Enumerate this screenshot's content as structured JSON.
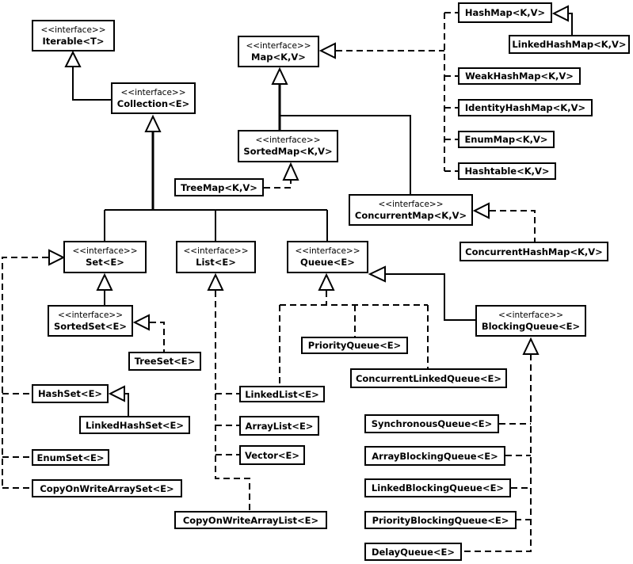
{
  "stereotype": "<<interface>>",
  "nodes": {
    "iterable": "Iterable<T>",
    "collection": "Collection<E>",
    "map": "Map<K,V>",
    "sortedmap": "SortedMap<K,V>",
    "concurrentmap": "ConcurrentMap<K,V>",
    "set": "Set<E>",
    "list": "List<E>",
    "queue": "Queue<E>",
    "sortedset": "SortedSet<E>",
    "blockingqueue": "BlockingQueue<E>",
    "hashmap": "HashMap<K,V>",
    "linkedhashmap": "LinkedHashMap<K,V>",
    "weakhashmap": "WeakHashMap<K,V>",
    "identityhashmap": "IdentityHashMap<K,V>",
    "enummap": "EnumMap<K,V>",
    "hashtable": "Hashtable<K,V>",
    "treemap": "TreeMap<K,V>",
    "concurrenthashmap": "ConcurrentHashMap<K,V>",
    "treeset": "TreeSet<E>",
    "hashset": "HashSet<E>",
    "linkedhashset": "LinkedHashSet<E>",
    "enumset": "EnumSet<E>",
    "copyonwritearrayset": "CopyOnWriteArraySet<E>",
    "linkedlist": "LinkedList<E>",
    "arraylist": "ArrayList<E>",
    "vector": "Vector<E>",
    "copyonwritearraylist": "CopyOnWriteArrayList<E>",
    "priorityqueue": "PriorityQueue<E>",
    "concurrentlinkedqueue": "ConcurrentLinkedQueue<E>",
    "synchronousqueue": "SynchronousQueue<E>",
    "arrayblockingqueue": "ArrayBlockingQueue<E>",
    "linkedblockingqueue": "LinkedBlockingQueue<E>",
    "priorityblockingqueue": "PriorityBlockingQueue<E>",
    "delayqueue": "DelayQueue<E>"
  },
  "colors": {
    "line": "#000000",
    "box_background": "#ffffff",
    "page_background": "#ffffff",
    "text": "#000000"
  }
}
